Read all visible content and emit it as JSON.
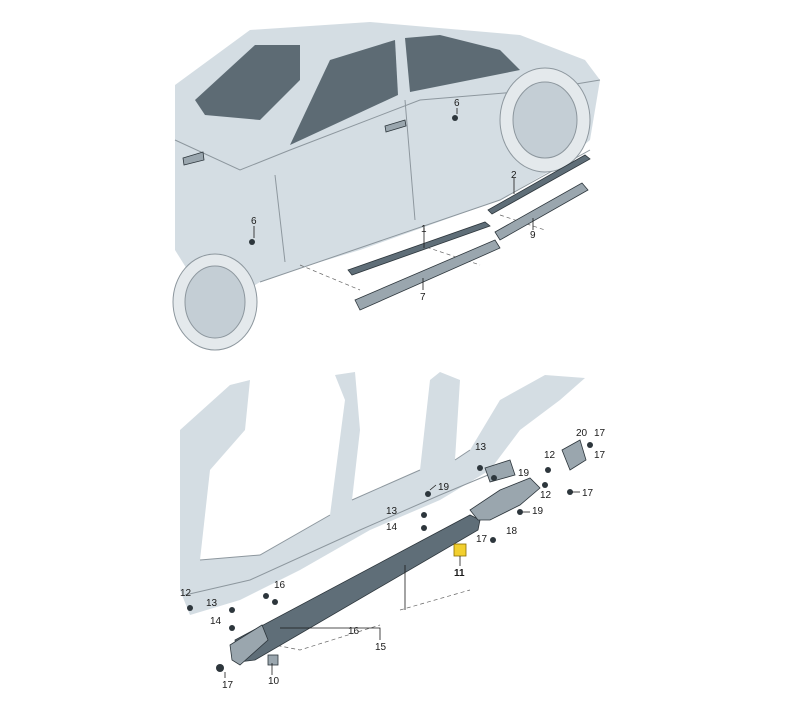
{
  "colors": {
    "body": "#d4dde3",
    "glass": "#5d6b74",
    "part": "#5f6e78",
    "highlight": "#f2cf2e"
  },
  "callouts": {
    "c1": "1",
    "c2": "2",
    "c6a": "6",
    "c6b": "6",
    "c7": "7",
    "c9": "9",
    "c10": "10",
    "c11": "11",
    "c12a": "12",
    "c12b": "12",
    "c12c": "12",
    "c13a": "13",
    "c13b": "13",
    "c13c": "13",
    "c14a": "14",
    "c14b": "14",
    "c15": "15",
    "c16a": "16",
    "c16b": "16",
    "c17a": "17",
    "c17b": "17",
    "c17c": "17",
    "c17d": "17",
    "c17e": "17",
    "c18": "18",
    "c19a": "19",
    "c19b": "19",
    "c19c": "19",
    "c20": "20"
  }
}
